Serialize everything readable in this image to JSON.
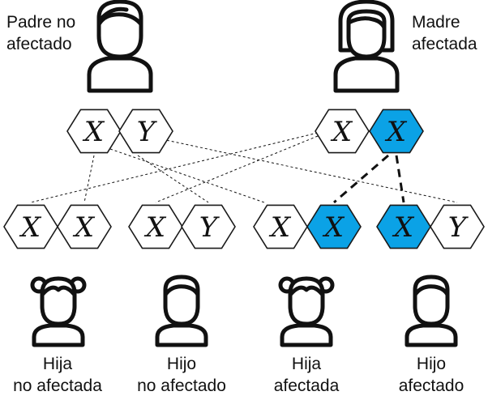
{
  "parents": {
    "father": {
      "line1": "Padre no",
      "line2": "afectado"
    },
    "mother": {
      "line1": "Madre",
      "line2": "afectada"
    }
  },
  "children": [
    {
      "line1": "Hija",
      "line2": "no afectada"
    },
    {
      "line1": "Hijo",
      "line2": "no afectado"
    },
    {
      "line1": "Hija",
      "line2": "afectada"
    },
    {
      "line1": "Hijo",
      "line2": "afectado"
    }
  ],
  "chromosomes": {
    "father": [
      "X",
      "Y"
    ],
    "mother": [
      "X",
      "X"
    ],
    "mother_affected": [
      false,
      true
    ],
    "children": [
      {
        "alleles": [
          "X",
          "X"
        ],
        "affected": [
          false,
          false
        ]
      },
      {
        "alleles": [
          "X",
          "Y"
        ],
        "affected": [
          false,
          false
        ]
      },
      {
        "alleles": [
          "X",
          "X"
        ],
        "affected": [
          false,
          true
        ]
      },
      {
        "alleles": [
          "X",
          "Y"
        ],
        "affected": [
          true,
          false
        ]
      }
    ]
  },
  "colors": {
    "affected": "#0ba2e6",
    "normal": "#ffffff",
    "stroke": "#1a1a1a"
  }
}
